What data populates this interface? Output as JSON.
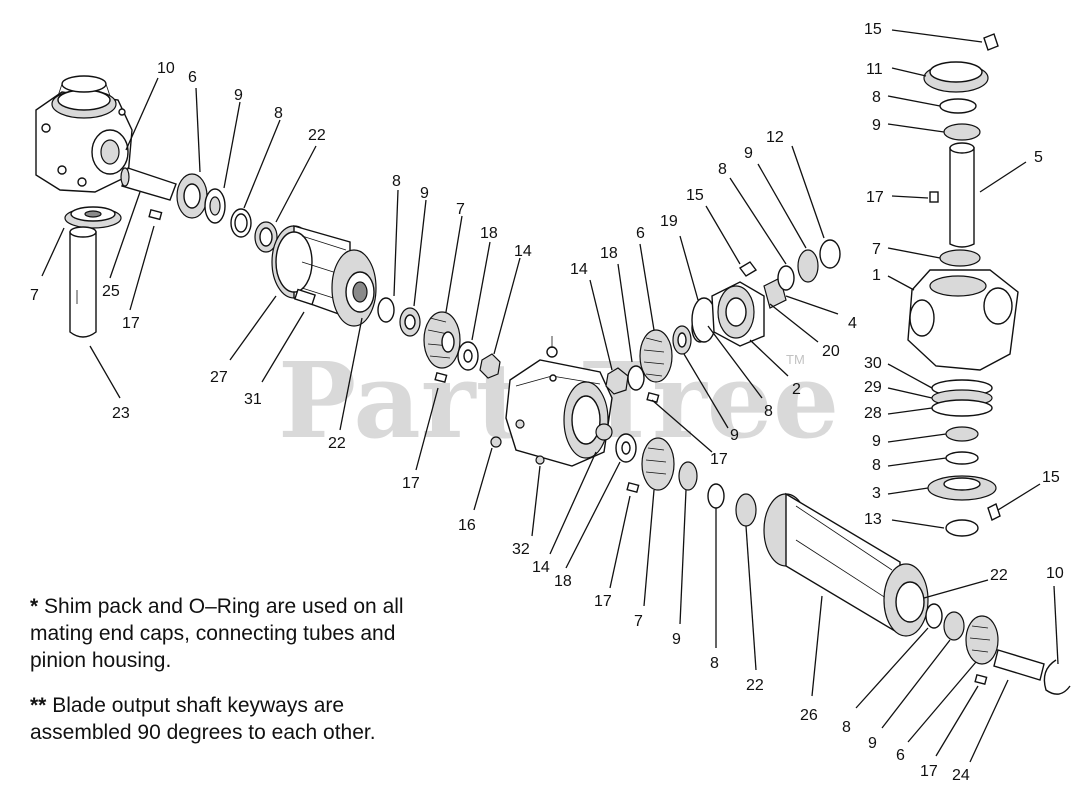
{
  "watermark": {
    "text": "PartsTree",
    "trademark": "TM"
  },
  "notes": [
    {
      "marker": "*",
      "text": "Shim pack and O–Ring are used on all mating end caps, connecting tubes and pinion housing."
    },
    {
      "marker": "**",
      "text": "Blade output shaft keyways are assembled 90 degrees to each other."
    }
  ],
  "callouts": {
    "c10a": "10",
    "c6a": "6",
    "c9a": "9",
    "c8a": "8",
    "c22a": "22",
    "c7a": "7",
    "c25": "25",
    "c17a": "17",
    "c23": "23",
    "c8b": "8",
    "c9b": "9",
    "c7b": "7",
    "c18a": "18",
    "c14a": "14",
    "c27": "27",
    "c31": "31",
    "c22b": "22",
    "c17b": "17",
    "c14b": "14",
    "c18b": "18",
    "c6b": "6",
    "c19": "19",
    "c15a": "15",
    "c8c": "8",
    "c9c": "9",
    "c12": "12",
    "c4": "4",
    "c20": "20",
    "c2": "2",
    "c8d": "8",
    "c9d": "9",
    "c17c": "17",
    "c16": "16",
    "c32": "32",
    "c14c": "14",
    "c18c": "18",
    "c17d": "17",
    "c7c": "7",
    "c9e": "9",
    "c8e": "8",
    "c22c": "22",
    "c26": "26",
    "c8f": "8",
    "c9f": "9",
    "c6c": "6",
    "c17e": "17",
    "c24": "24",
    "c10b": "10",
    "c22d": "22",
    "c15b": "15",
    "c11": "11",
    "c8g": "8",
    "c9g": "9",
    "c5": "5",
    "c17f": "17",
    "c7d": "7",
    "c1": "1",
    "c30": "30",
    "c29": "29",
    "c28": "28",
    "c9h": "9",
    "c8h": "8",
    "c3": "3",
    "c15c": "15",
    "c13": "13"
  }
}
